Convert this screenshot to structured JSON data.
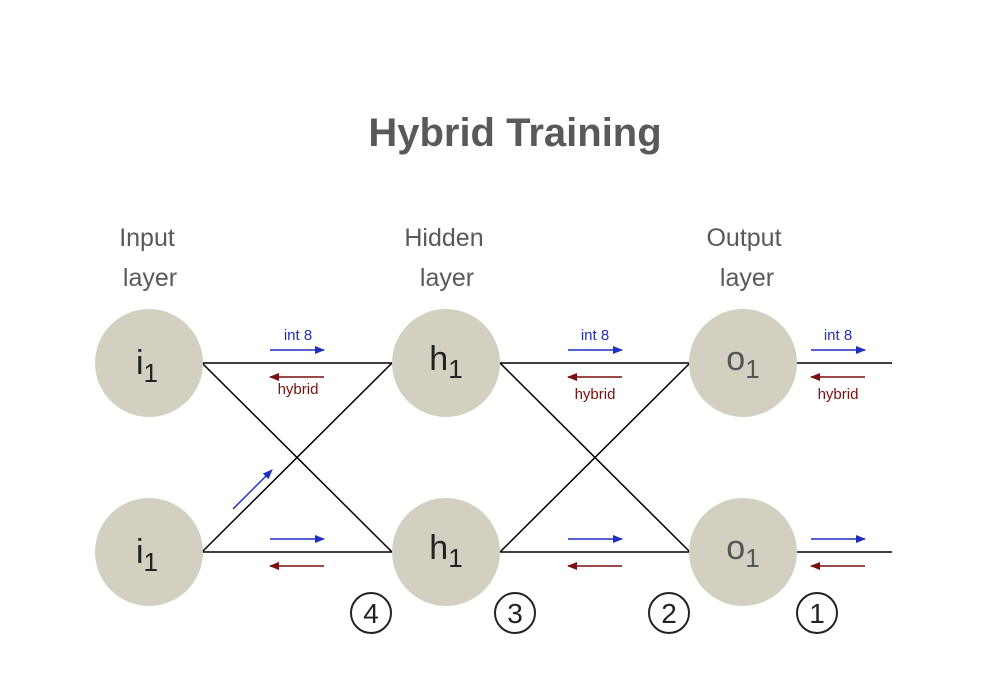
{
  "title": "Hybrid Training",
  "layers": {
    "input": [
      "Input",
      "layer"
    ],
    "hidden": [
      "Hidden",
      "layer"
    ],
    "output": [
      "Output",
      "layer"
    ]
  },
  "nodes": {
    "input_top": {
      "base": "i",
      "sub": "1"
    },
    "input_bottom": {
      "base": "i",
      "sub": "1"
    },
    "hidden_top": {
      "base": "h",
      "sub": "1"
    },
    "hidden_bottom": {
      "base": "h",
      "sub": "1"
    },
    "output_top": {
      "base": "o",
      "sub": "1"
    },
    "output_bottom": {
      "base": "o",
      "sub": "1"
    }
  },
  "arrow_labels": {
    "forward": "int 8",
    "backward": "hybrid"
  },
  "steps": [
    "4",
    "3",
    "2",
    "1"
  ],
  "colors": {
    "title": "#595959",
    "node_fill": "#d3d0c1",
    "edge": "#000000",
    "forward_arrow": "#1f2fbf",
    "backward_arrow": "#7a0f0f"
  }
}
